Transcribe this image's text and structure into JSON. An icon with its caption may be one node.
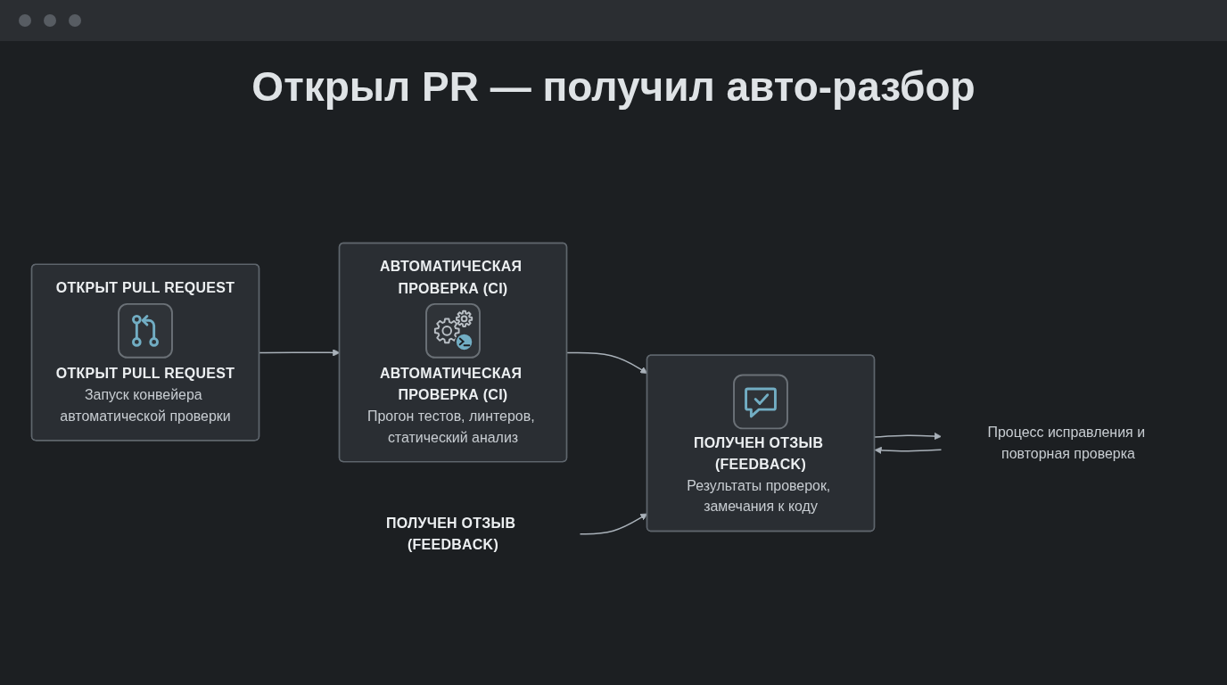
{
  "diagram": {
    "title": "Открыл PR — получил авто-разбор",
    "nodes": [
      {
        "text": [
          "ОТКРЫТ PULL REQUEST",
          "ОТКРЫТ PULL REQUEST",
          "Запуск конвейера автоматической проверки"
        ]
      },
      {
        "text": [
          "АВТОМАТИЧЕСКАЯ ПРОВЕРКА (CI)",
          "АВТОМАТИЧЕСКАЯ ПРОВЕРКА (CI)",
          "Прогон тестов, линтеров, статический анализ"
        ]
      },
      {
        "text": [
          "ПОЛУЧЕН ОТЗЫВ (FEEDBACK)"
        ]
      },
      {
        "text": [
          "ПОЛУЧЕН ОТЗЫВ (FEEDBACK)",
          "Результаты проверок, замечания к коду"
        ]
      },
      {
        "text": [
          "Процесс исправления и повторная проверка"
        ]
      }
    ],
    "edges": [
      {
        "from": 0,
        "to": 1,
        "arrow": "to"
      },
      {
        "from": 1,
        "to": 3,
        "arrow": "to"
      },
      {
        "from": 2,
        "to": 3,
        "arrow": "to"
      },
      {
        "from": 3,
        "to": 4,
        "arrow": "to"
      },
      {
        "from": 4,
        "to": 3,
        "arrow": "to"
      }
    ]
  }
}
